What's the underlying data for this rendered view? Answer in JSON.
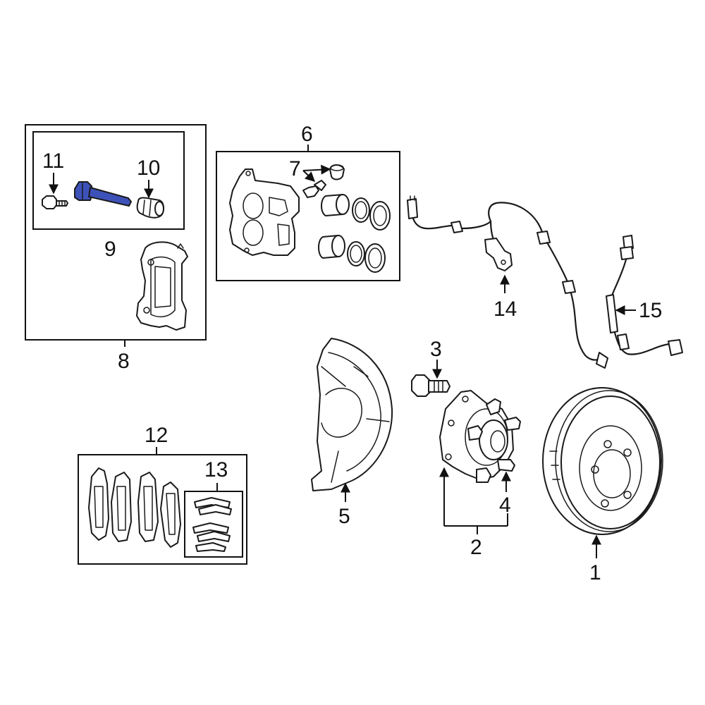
{
  "highlight_color": "#3d52b8",
  "callouts": {
    "c1": "1",
    "c2": "2",
    "c3": "3",
    "c4": "4",
    "c5": "5",
    "c6": "6",
    "c7": "7",
    "c8": "8",
    "c9": "9",
    "c10": "10",
    "c11": "11",
    "c12": "12",
    "c13": "13",
    "c14": "14",
    "c15": "15"
  }
}
